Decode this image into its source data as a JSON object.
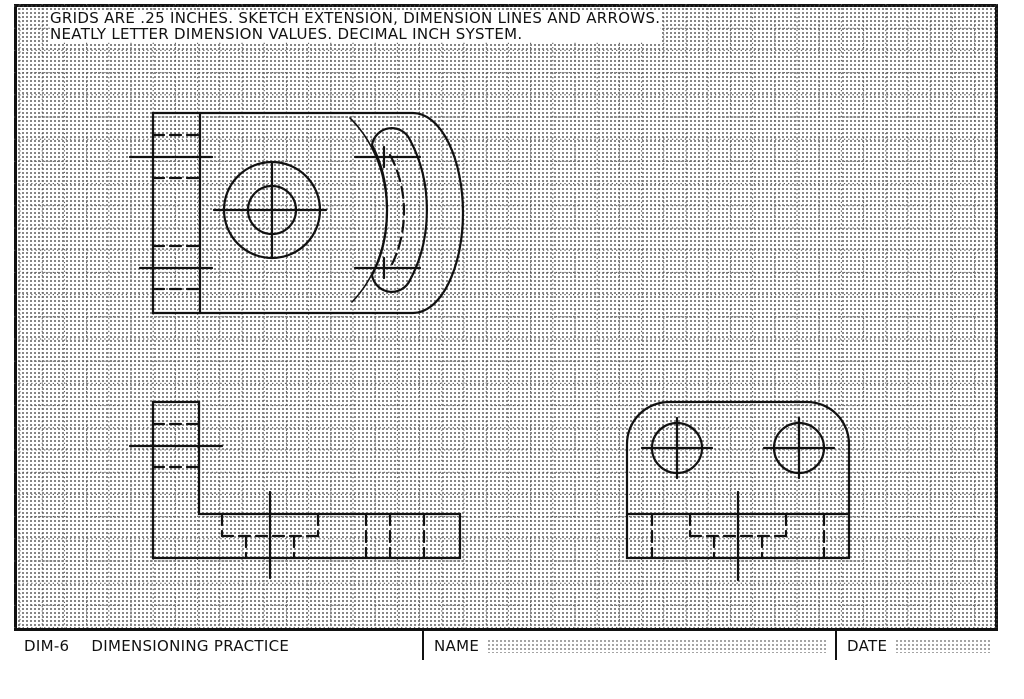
{
  "instructions": {
    "line1": "GRIDS ARE .25 INCHES.  SKETCH EXTENSION, DIMENSION LINES AND ARROWS.",
    "line2": "NEATLY LETTER DIMENSION VALUES.  DECIMAL INCH SYSTEM."
  },
  "title_block": {
    "code": "DIM-6",
    "title": "DIMENSIONING PRACTICE",
    "name_label": "NAME",
    "date_label": "DATE"
  },
  "colors": {
    "ink": "#111111",
    "paper": "#ffffff"
  }
}
